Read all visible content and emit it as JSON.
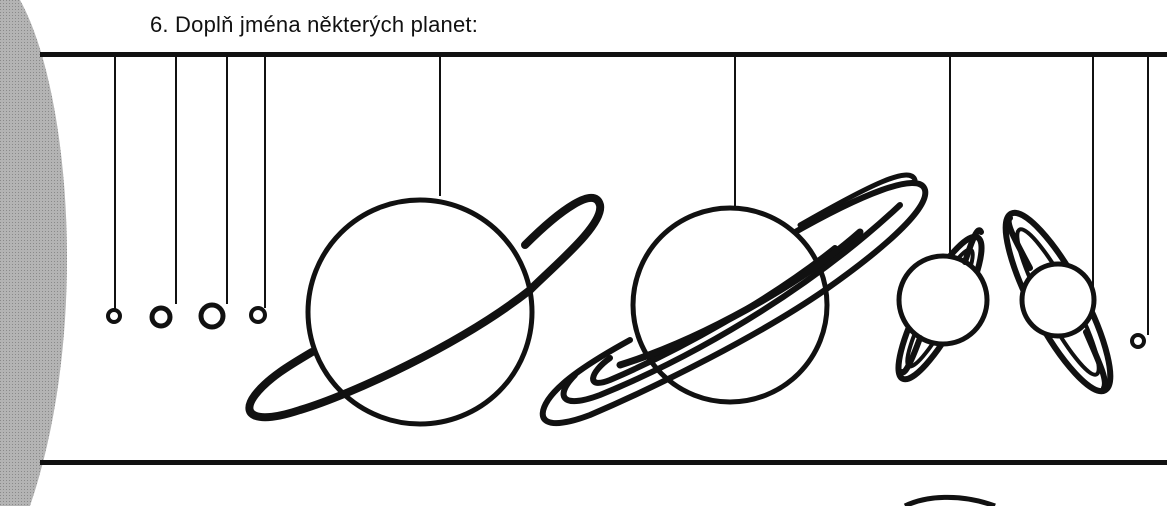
{
  "exercise": {
    "instruction": "6. Doplň jména některých planet:"
  },
  "colors": {
    "ink": "#111111",
    "sun_fill": "#a8a8a8",
    "paper": "#ffffff"
  },
  "planets": [
    {
      "id": "planet-1",
      "kind": "small",
      "ringed": false
    },
    {
      "id": "planet-2",
      "kind": "small",
      "ringed": false
    },
    {
      "id": "planet-3",
      "kind": "small",
      "ringed": false
    },
    {
      "id": "planet-4",
      "kind": "small",
      "ringed": false
    },
    {
      "id": "planet-5",
      "kind": "large",
      "ringed": true
    },
    {
      "id": "planet-6",
      "kind": "large",
      "ringed": true
    },
    {
      "id": "planet-7",
      "kind": "medium",
      "ringed": true
    },
    {
      "id": "planet-8",
      "kind": "medium",
      "ringed": true
    },
    {
      "id": "planet-9",
      "kind": "small",
      "ringed": false
    }
  ]
}
